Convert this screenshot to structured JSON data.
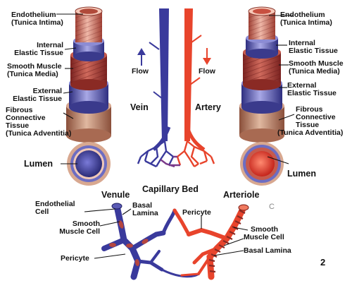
{
  "labels": {
    "left_endothelium": [
      "Endothelium",
      "(Tunica Intima)"
    ],
    "left_internal_elastic": [
      "Internal",
      "Elastic Tissue"
    ],
    "left_smooth_muscle": [
      "Smooth Muscle",
      "(Tunica Media)"
    ],
    "left_external_elastic": [
      "External",
      "Elastic Tissue"
    ],
    "left_fibrous": [
      "Fibrous",
      "Connective",
      "Tissue",
      "(Tunica Adventitia)"
    ],
    "right_endothelium": [
      "Endothelium",
      "(Tunica Intima)"
    ],
    "right_internal_elastic": [
      "Internal",
      "Elastic Tissue"
    ],
    "right_smooth_muscle": [
      "Smooth Muscle",
      "(Tunica Media)"
    ],
    "right_external_elastic": [
      "External",
      "Elastic Tissue"
    ],
    "right_fibrous": [
      "Fibrous",
      "Connective",
      "Tissue",
      "(Tunica Adventitia)"
    ],
    "flow_left": "Flow",
    "flow_right": "Flow",
    "vein": "Vein",
    "artery": "Artery",
    "lumen_left": "Lumen",
    "lumen_right": "Lumen",
    "capillary_bed": "Capillary Bed",
    "venule": "Venule",
    "arteriole": "Arteriole",
    "endothelial_cell": [
      "Endothelial",
      "Cell"
    ],
    "basal_lamina_left": [
      "Basal",
      "Lamina"
    ],
    "smooth_muscle_cell_left": [
      "Smooth",
      "Muscle Cell"
    ],
    "pericyte_left": "Pericyte",
    "pericyte_center": "Pericyte",
    "smooth_muscle_cell_right": [
      "Smooth",
      "Muscle Cell"
    ],
    "basal_lamina_right": "Basal Lamina",
    "c_mark": "C",
    "figure_number": "2"
  },
  "colors": {
    "vein": "#3a3a9c",
    "artery": "#e8442c",
    "muscle": "#b5463f",
    "elastic": "#6d6dc2",
    "adventitia": "#c98a70"
  }
}
